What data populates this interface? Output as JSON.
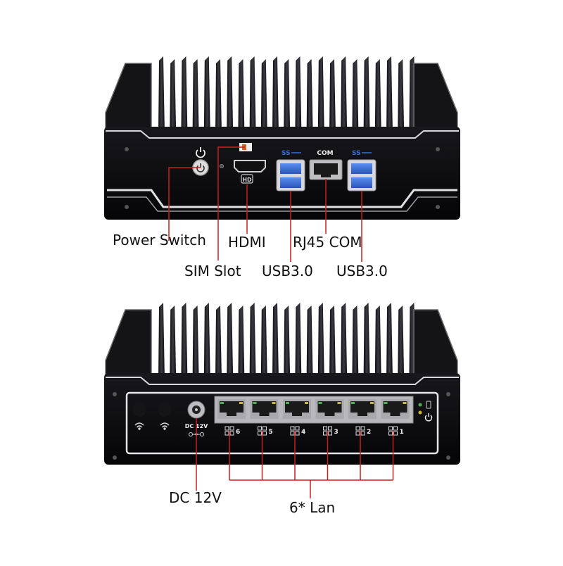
{
  "colors": {
    "leader_line": "#c81e1e",
    "chassis": "#0d0d10",
    "fin": "#1a1a1e",
    "usb_blue": "#3a6fd8",
    "label_text": "#111111"
  },
  "front": {
    "callouts": {
      "power_switch": "Power Switch",
      "hdmi": "HDMI",
      "rj45_com": "RJ45 COM",
      "sim_slot": "SIM Slot",
      "usb_left": "USB3.0",
      "usb_right": "USB3.0"
    },
    "panel_text": {
      "com": "COM",
      "ss_left": "SS",
      "ss_right": "SS",
      "hd": "HD"
    }
  },
  "rear": {
    "callouts": {
      "dc": "DC 12V",
      "lan": "6* Lan"
    },
    "panel_text": {
      "dc_label": "DC 12V"
    },
    "lan_ports": [
      "6",
      "5",
      "4",
      "3",
      "2",
      "1"
    ]
  }
}
